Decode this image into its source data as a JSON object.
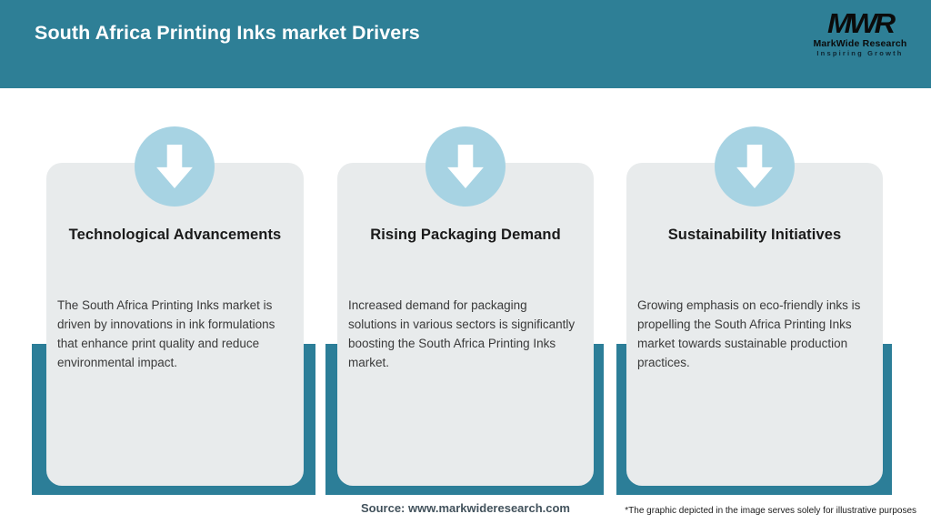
{
  "header": {
    "title": "South Africa Printing Inks market Drivers"
  },
  "logo": {
    "mark": "MWR",
    "name": "MarkWide Research",
    "tagline": "Inspiring Growth"
  },
  "cards": [
    {
      "icon": "down-arrow-icon",
      "title": "Technological Advancements",
      "description": "The South Africa Printing Inks market is\ndriven by innovations in ink formulations\nthat enhance print quality and reduce\nenvironmental impact."
    },
    {
      "icon": "down-arrow-icon",
      "title": "Rising Packaging Demand",
      "description": "Increased demand for packaging\nsolutions in various sectors is significantly\nboosting the South Africa Printing Inks\nmarket."
    },
    {
      "icon": "down-arrow-icon",
      "title": "Sustainability Initiatives",
      "description": "Growing emphasis on eco-friendly inks is\npropelling the South Africa Printing Inks\nmarket towards sustainable production\npractices."
    }
  ],
  "footer": {
    "source": "Source: www.markwideresearch.com",
    "disclaimer": "*The graphic depicted in the image serves solely for illustrative purposes"
  },
  "colors": {
    "header_teal": "#2E7F96",
    "band_teal": "#2C7E98",
    "card_gray": "#E8EBEC",
    "circle_blue": "#A7D3E3",
    "arrow_white": "#FFFFFF",
    "title_text": "#1A1A1A",
    "body_text": "#3A3A3A",
    "source_text": "#42525C"
  }
}
